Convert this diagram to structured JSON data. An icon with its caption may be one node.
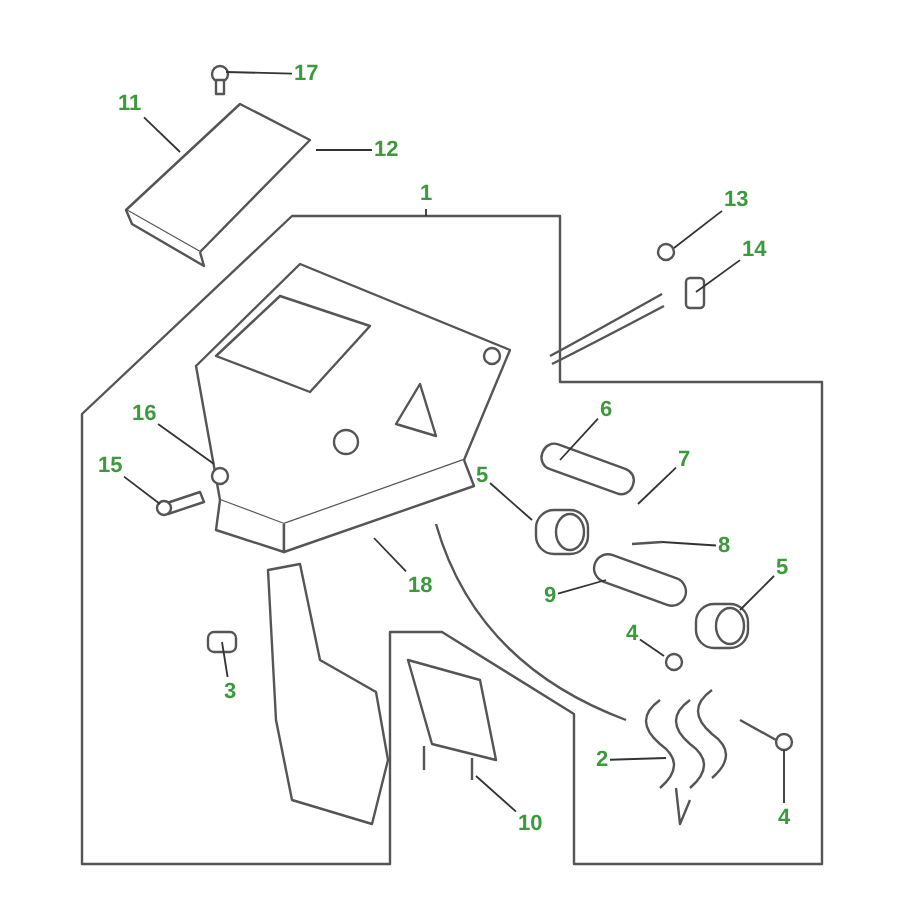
{
  "diagram": {
    "nodes": [
      {
        "text": [
          "17"
        ]
      },
      {
        "text": [
          "11"
        ]
      },
      {
        "text": [
          "12"
        ]
      },
      {
        "text": [
          "1"
        ]
      },
      {
        "text": [
          "13"
        ]
      },
      {
        "text": [
          "14"
        ]
      },
      {
        "text": [
          "16"
        ]
      },
      {
        "text": [
          "6"
        ]
      },
      {
        "text": [
          "7"
        ]
      },
      {
        "text": [
          "15"
        ]
      },
      {
        "text": [
          "5"
        ]
      },
      {
        "text": [
          "8"
        ]
      },
      {
        "text": [
          "5"
        ]
      },
      {
        "text": [
          "18"
        ]
      },
      {
        "text": [
          "9"
        ]
      },
      {
        "text": [
          "4"
        ]
      },
      {
        "text": [
          "3"
        ]
      },
      {
        "text": [
          "2"
        ]
      },
      {
        "text": [
          "4"
        ]
      },
      {
        "text": [
          "10"
        ]
      }
    ],
    "edges": [
      {
        "from": 0,
        "to": null,
        "arrow": "none"
      },
      {
        "from": 1,
        "to": null,
        "arrow": "none"
      },
      {
        "from": 2,
        "to": null,
        "arrow": "none"
      },
      {
        "from": 3,
        "to": null,
        "arrow": "none"
      },
      {
        "from": 4,
        "to": null,
        "arrow": "none"
      },
      {
        "from": 5,
        "to": null,
        "arrow": "none"
      },
      {
        "from": 6,
        "to": null,
        "arrow": "none"
      },
      {
        "from": 7,
        "to": null,
        "arrow": "none"
      },
      {
        "from": 8,
        "to": null,
        "arrow": "none"
      },
      {
        "from": 9,
        "to": null,
        "arrow": "none"
      },
      {
        "from": 10,
        "to": null,
        "arrow": "none"
      },
      {
        "from": 11,
        "to": null,
        "arrow": "none"
      },
      {
        "from": 12,
        "to": null,
        "arrow": "none"
      },
      {
        "from": 13,
        "to": null,
        "arrow": "none"
      },
      {
        "from": 14,
        "to": null,
        "arrow": "none"
      },
      {
        "from": 15,
        "to": null,
        "arrow": "none"
      },
      {
        "from": 16,
        "to": null,
        "arrow": "none"
      },
      {
        "from": 17,
        "to": null,
        "arrow": "none"
      },
      {
        "from": 18,
        "to": null,
        "arrow": "none"
      },
      {
        "from": 19,
        "to": null,
        "arrow": "none"
      }
    ]
  }
}
